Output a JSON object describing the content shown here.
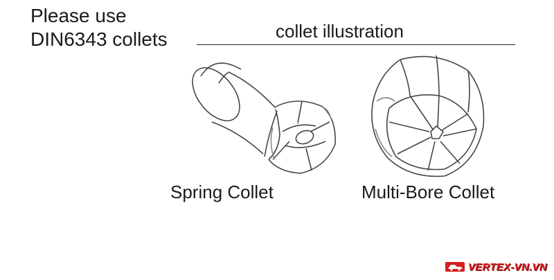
{
  "note": {
    "line1": "Please use",
    "line2": "DIN6343 collets"
  },
  "heading": "collet illustration",
  "collets": [
    {
      "caption": "Spring Collet",
      "icon": "spring-collet-icon"
    },
    {
      "caption": "Multi-Bore Collet",
      "icon": "multi-bore-collet-icon"
    }
  ],
  "watermark": {
    "text": "VERTEX-VN.VN",
    "color": "#d21f1f",
    "icon": "machine-logo-icon"
  }
}
